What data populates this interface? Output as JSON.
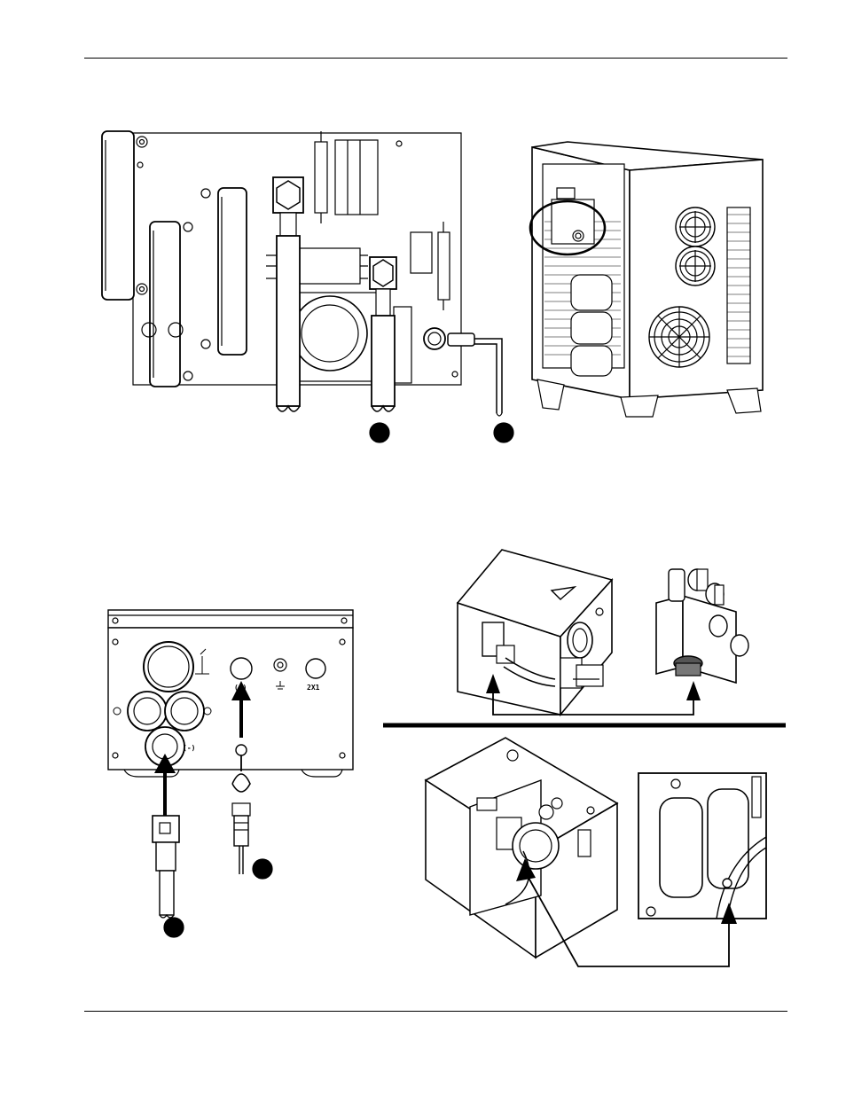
{
  "panel_labels": {
    "positive": "(+)",
    "negative": "(-)",
    "connector": "2X1"
  },
  "callouts": [
    {
      "id": "callout-a",
      "label": ""
    },
    {
      "id": "callout-b",
      "label": ""
    },
    {
      "id": "callout-c",
      "label": ""
    },
    {
      "id": "callout-d",
      "label": ""
    }
  ],
  "colors": {
    "line": "#000000",
    "paper": "#ffffff",
    "shade": "#d9d9d9",
    "dark": "#555555"
  },
  "icons": [
    "ground-symbol-icon",
    "torch-symbol-icon",
    "gas-in-icon",
    "gas-out-icon",
    "warning-triangle-icon",
    "fan-icon"
  ]
}
